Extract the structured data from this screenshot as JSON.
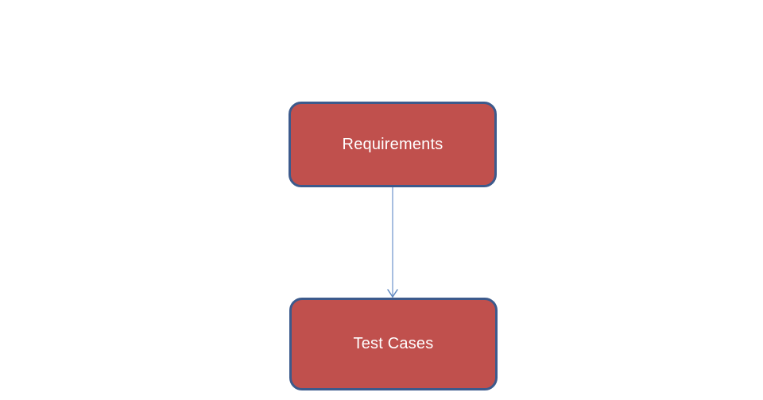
{
  "colors": {
    "background": "#ffffff",
    "node_fill": "#c0504d",
    "node_border": "#3c5a8c",
    "text": "#ffffff",
    "connector": "#8aa9d6",
    "connector_head": "#5f88c0"
  },
  "diagram": {
    "type": "flowchart",
    "nodes": [
      {
        "id": "requirements",
        "label": "Requirements",
        "shape": "rounded-rectangle"
      },
      {
        "id": "test-cases",
        "label": "Test Cases",
        "shape": "rounded-rectangle"
      }
    ],
    "connectors": [
      {
        "from": "requirements",
        "to": "test-cases",
        "direction": "down",
        "arrowhead": "open-v"
      }
    ]
  }
}
